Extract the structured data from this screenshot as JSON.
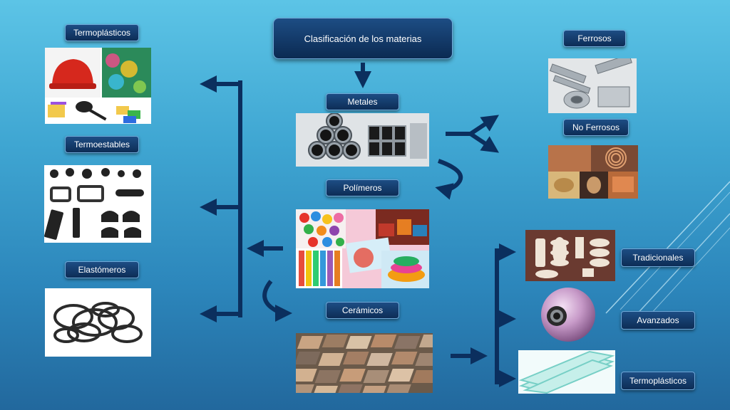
{
  "title": "Clasificación de los materias",
  "categories": {
    "metales": "Metales",
    "polimeros": "Polímeros",
    "ceramicos": "Cerámicos"
  },
  "polymer_types": {
    "termoplasticos": "Termoplásticos",
    "termoestables": "Termoestables",
    "elastomeros": "Elastómeros"
  },
  "metal_types": {
    "ferrosos": "Ferrosos",
    "no_ferrosos": "No Ferrosos"
  },
  "ceramic_types": {
    "tradicionales": "Tradicionales",
    "avanzados": "Avanzados",
    "termoplasticos": "Termoplásticos"
  },
  "colors": {
    "box_fill": "#0d2d56",
    "arrow": "#0b2f5e",
    "background_top": "#5cc4e6",
    "background_bottom": "#22689d"
  }
}
